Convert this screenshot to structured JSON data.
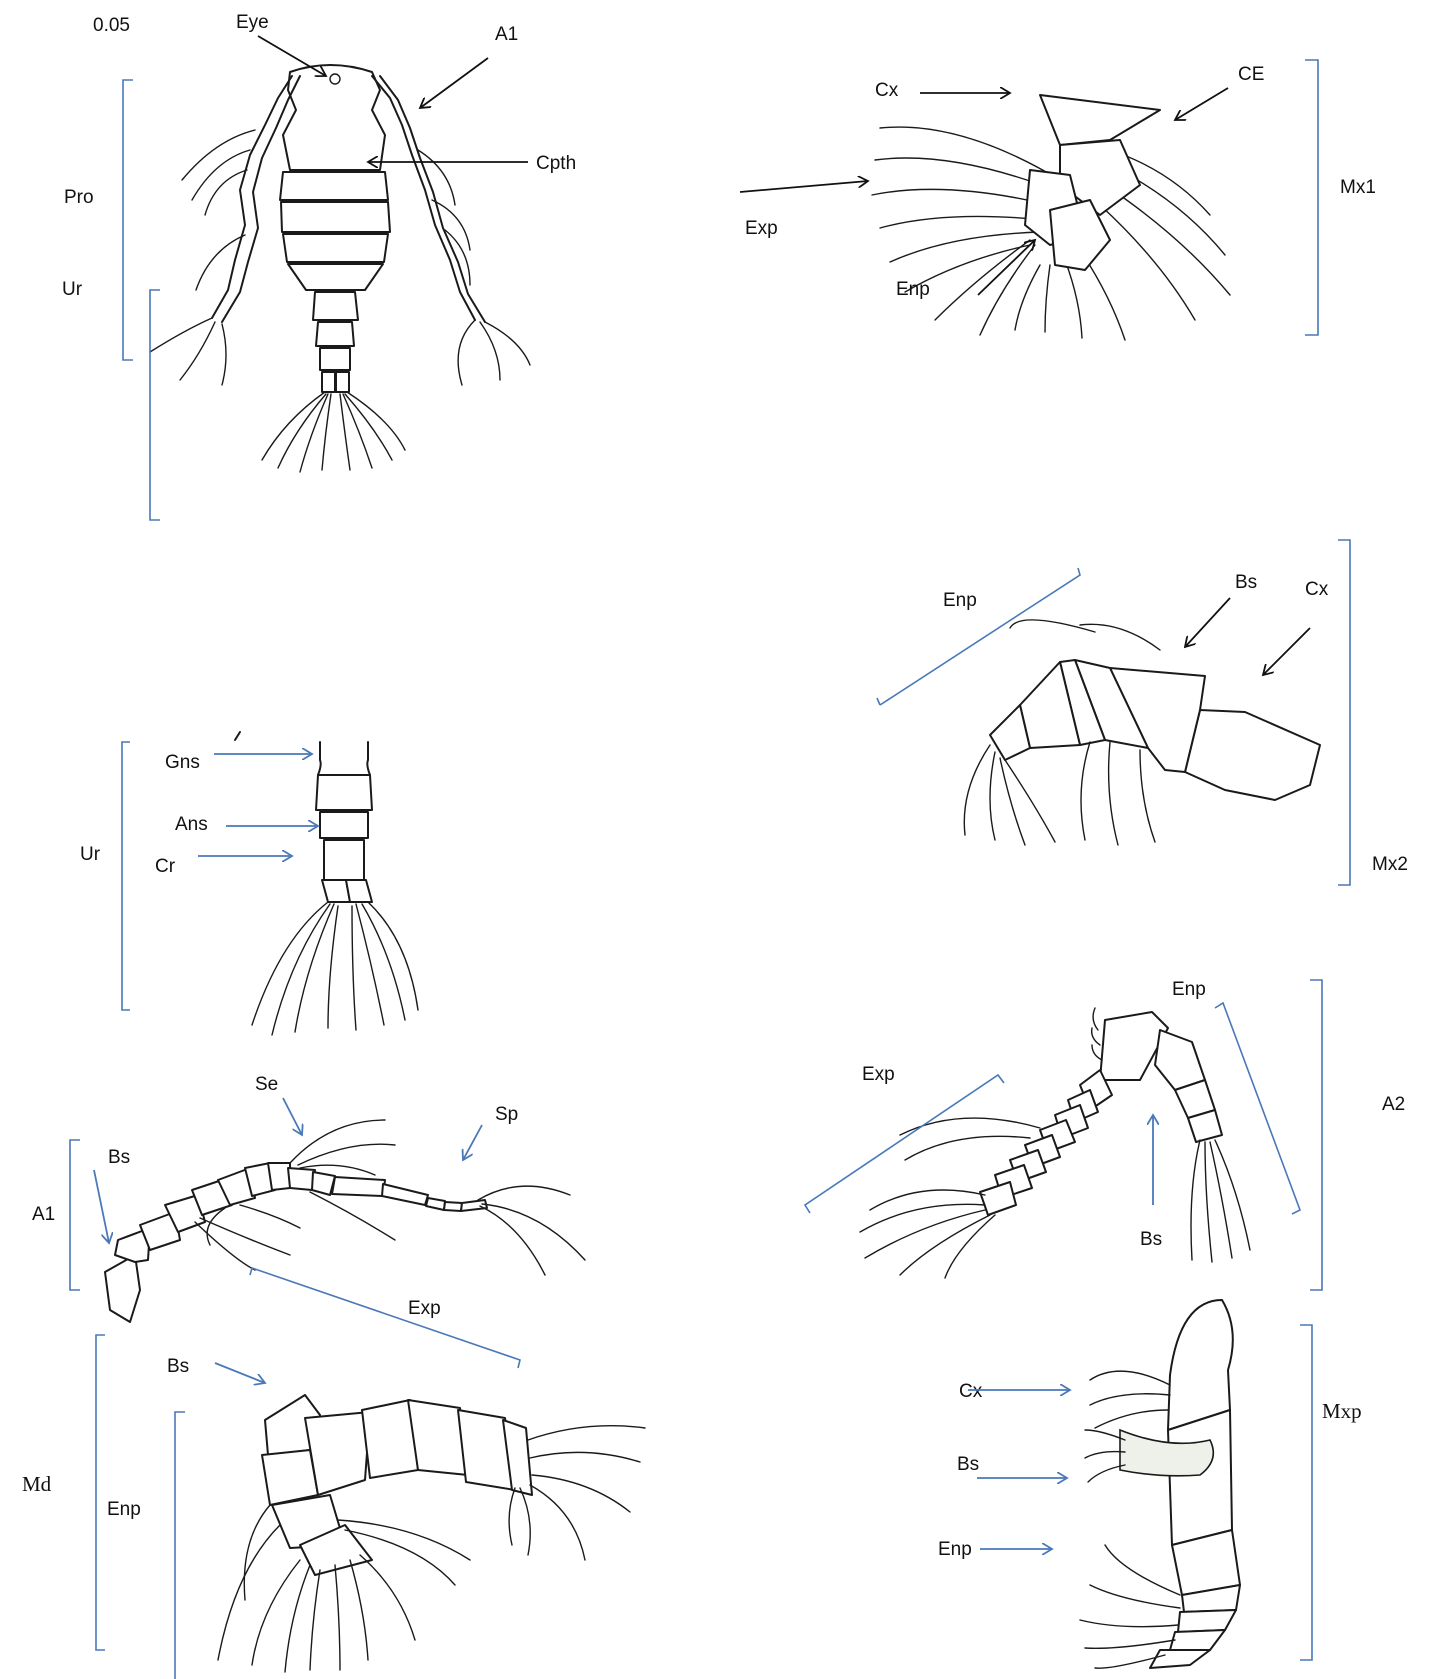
{
  "scale": "0.05",
  "colors": {
    "bracket": "#4a78b8",
    "ink": "#1a1a1a",
    "black_arrow": "#111111"
  },
  "panels": {
    "whole_body": {
      "labels": {
        "eye": "Eye",
        "a1": "A1",
        "cpth": "Cpth",
        "pro": "Pro",
        "ur": "Ur"
      }
    },
    "mx1": {
      "labels": {
        "cx": "Cx",
        "ce": "CE",
        "exp": "Exp",
        "enp": "Enp",
        "name": "Mx1"
      }
    },
    "mx2": {
      "labels": {
        "enp": "Enp",
        "bs": "Bs",
        "cx": "Cx",
        "name": "Mx2"
      }
    },
    "urosome": {
      "labels": {
        "gns": "Gns",
        "ans": "Ans",
        "cr": "Cr",
        "name": "Ur"
      }
    },
    "a2": {
      "labels": {
        "enp": "Enp",
        "exp": "Exp",
        "bs": "Bs",
        "name": "A2"
      }
    },
    "a1": {
      "labels": {
        "se": "Se",
        "sp": "Sp",
        "bs": "Bs",
        "name": "A1",
        "exp": "Exp"
      }
    },
    "md": {
      "labels": {
        "bs": "Bs",
        "name": "Md",
        "enp": "Enp"
      }
    },
    "mxp": {
      "labels": {
        "cx": "Cx",
        "bs": "Bs",
        "enp": "Enp",
        "name": "Mxp"
      }
    }
  }
}
